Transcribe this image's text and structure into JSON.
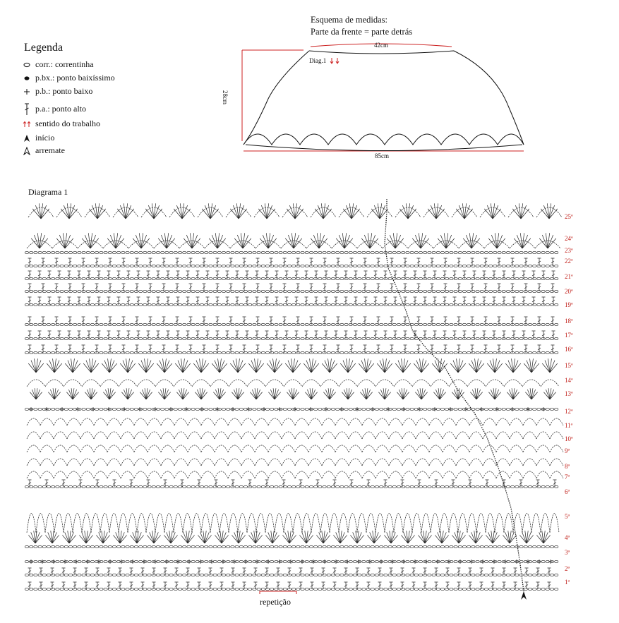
{
  "legend": {
    "title": "Legenda",
    "items": [
      {
        "icon": "chain-stitch-icon",
        "label": "corr.: correntinha"
      },
      {
        "icon": "slip-stitch-icon",
        "label": "p.bx.: ponto baixíssimo"
      },
      {
        "icon": "single-crochet-icon",
        "label": "p.b.: ponto baixo"
      },
      {
        "icon": "double-crochet-icon",
        "label": "p.a.: ponto alto"
      },
      {
        "icon": "work-direction-icon",
        "label": "sentido do trabalho"
      },
      {
        "icon": "start-icon",
        "label": "início"
      },
      {
        "icon": "finish-icon",
        "label": "arremate"
      }
    ]
  },
  "schema": {
    "title_line1": "Esquema de medidas:",
    "title_line2": "Parte da frente = parte detrás",
    "top_width": "42cm",
    "bottom_width": "85cm",
    "height": "28cm",
    "diag_ref": "Diag.1",
    "accent": "#cc2222"
  },
  "diagram": {
    "title": "Diagrama 1",
    "rows": [
      "1ª",
      "2ª",
      "3ª",
      "4ª",
      "5ª",
      "6ª",
      "7ª",
      "8ª",
      "9ª",
      "10ª",
      "11ª",
      "12ª",
      "13ª",
      "14ª",
      "15ª",
      "16ª",
      "17ª",
      "18ª",
      "19ª",
      "20ª",
      "21ª",
      "22ª",
      "23ª",
      "24ª",
      "25ª"
    ],
    "repeat_label": "repetição"
  }
}
